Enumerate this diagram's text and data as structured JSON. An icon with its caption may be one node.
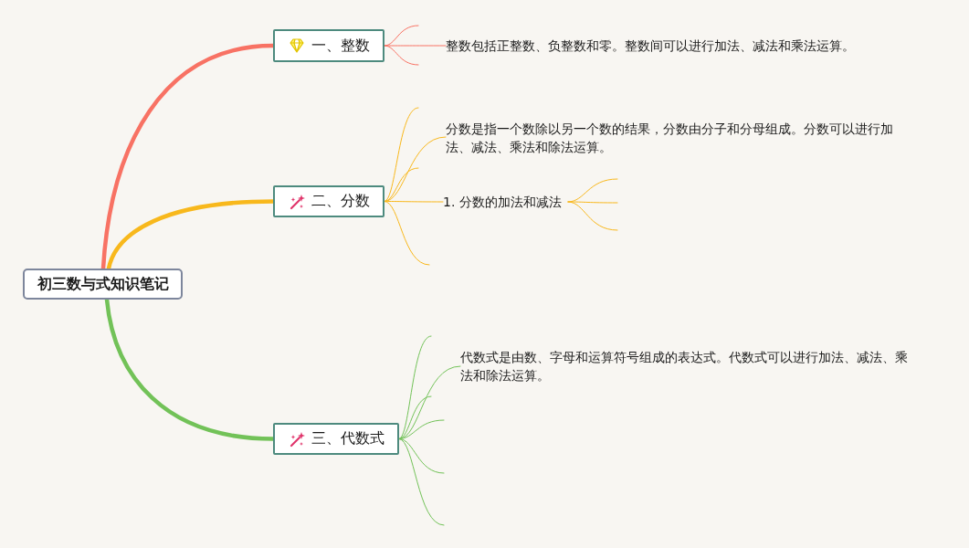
{
  "diagram": {
    "nodes": [
      {
        "text": [
          "初三数与式知识笔记"
        ]
      },
      {
        "text": [
          "一、整数"
        ]
      },
      {
        "text": [
          "整数包括正整数、负整数和零。整数间可以进行加法、减法和乘法运算。"
        ]
      },
      {
        "text": [
          "二、分数"
        ]
      },
      {
        "text": [
          "分数是指一个数除以另一个数的结果，分数由分子和分母组成。分数可以进行加法、减法、乘法和除法运算。"
        ]
      },
      {
        "text": [
          "1. 分数的加法和减法"
        ]
      },
      {
        "text": [
          "三、代数式"
        ]
      },
      {
        "text": [
          "代数式是由数、字母和运算符号组成的表达式。代数式可以进行加法、减法、乘法和除法运算。"
        ]
      }
    ],
    "edges": [
      {
        "from": 0,
        "to": 1,
        "arrow": "none",
        "style": "thick",
        "color": "#f87264"
      },
      {
        "from": 0,
        "to": 3,
        "arrow": "none",
        "style": "thick",
        "color": "#f8b81c"
      },
      {
        "from": 0,
        "to": 6,
        "arrow": "none",
        "style": "thick",
        "color": "#72c258"
      },
      {
        "from": 1,
        "to": null,
        "arrow": "none",
        "color": "#f87264"
      },
      {
        "from": 1,
        "to": 2,
        "arrow": "none",
        "color": "#f87264"
      },
      {
        "from": 1,
        "to": null,
        "arrow": "none",
        "color": "#f87264"
      },
      {
        "from": 3,
        "to": null,
        "arrow": "none",
        "color": "#f8b81c"
      },
      {
        "from": 3,
        "to": 4,
        "arrow": "none",
        "color": "#f8b81c"
      },
      {
        "from": 3,
        "to": null,
        "arrow": "none",
        "color": "#f8b81c"
      },
      {
        "from": 3,
        "to": 5,
        "arrow": "none",
        "color": "#f8b81c"
      },
      {
        "from": 3,
        "to": null,
        "arrow": "none",
        "color": "#f8b81c"
      },
      {
        "from": 5,
        "to": null,
        "arrow": "none",
        "color": "#f8b81c"
      },
      {
        "from": 5,
        "to": null,
        "arrow": "none",
        "color": "#f8b81c"
      },
      {
        "from": 5,
        "to": null,
        "arrow": "none",
        "color": "#f8b81c"
      },
      {
        "from": 6,
        "to": null,
        "arrow": "none",
        "color": "#72c258"
      },
      {
        "from": 6,
        "to": 7,
        "arrow": "none",
        "color": "#72c258"
      },
      {
        "from": 6,
        "to": null,
        "arrow": "none",
        "color": "#72c258"
      },
      {
        "from": 6,
        "to": null,
        "arrow": "none",
        "color": "#72c258"
      },
      {
        "from": 6,
        "to": null,
        "arrow": "none",
        "color": "#72c258"
      },
      {
        "from": 6,
        "to": null,
        "arrow": "none",
        "color": "#72c258"
      }
    ]
  }
}
